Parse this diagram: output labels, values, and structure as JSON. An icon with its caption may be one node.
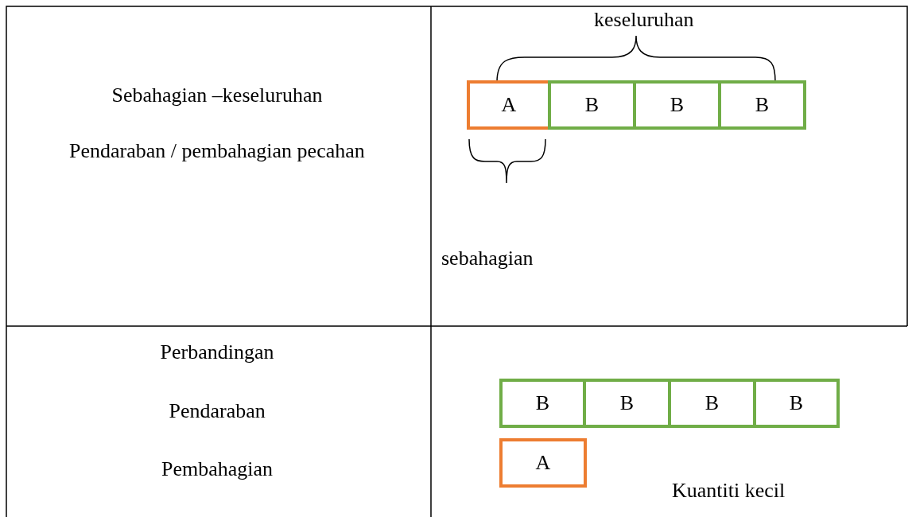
{
  "diagram": {
    "nodes": [
      {
        "text": [
          "A"
        ]
      },
      {
        "text": [
          "B"
        ]
      },
      {
        "text": [
          "B"
        ]
      },
      {
        "text": [
          "B"
        ]
      },
      {
        "text": [
          "B"
        ]
      },
      {
        "text": [
          "B"
        ]
      },
      {
        "text": [
          "B"
        ]
      },
      {
        "text": [
          "B"
        ]
      },
      {
        "text": [
          "A"
        ]
      }
    ],
    "edges": [],
    "labels": [
      "keseluruhan",
      "Sebahagian –keseluruhan",
      "Pendaraban / pembahagian pecahan",
      "sebahagian",
      "Perbandingan",
      "Pendaraban",
      "Pembahagian",
      "Kuantiti kecil"
    ]
  }
}
